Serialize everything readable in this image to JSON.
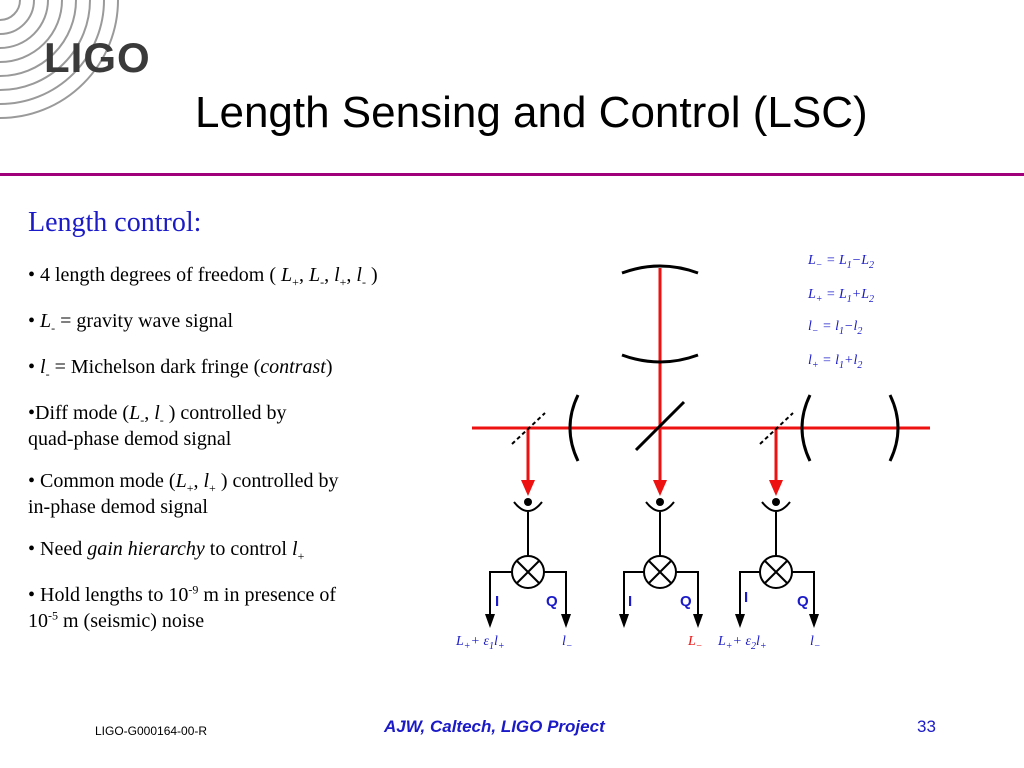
{
  "logo": {
    "text": "LIGO"
  },
  "slide": {
    "title": "Length Sensing and Control (LSC)",
    "heading": "Length control:"
  },
  "bullets": {
    "b1": {
      "pre": "• 4 length degrees of freedom ( ",
      "v1": "L",
      "s1": "+",
      "v2": "L",
      "s2": "-",
      "v3": "l",
      "s3": "+",
      "v4": "l",
      "s4": "-",
      "post": " )"
    },
    "b2": {
      "pre": "• ",
      "var": "L",
      "sub": "-",
      "post": " = gravity wave signal"
    },
    "b3": {
      "pre": "• ",
      "var": "l",
      "sub": "-",
      "mid": " = Michelson dark fringe (",
      "em": "contrast",
      "post": ")"
    },
    "b4": {
      "pre": "•Diff mode (",
      "v1": "L",
      "s1": "-",
      "v2": "l",
      "s2": "-",
      "post": " ) controlled by",
      "line2": "quad-phase demod signal"
    },
    "b5": {
      "pre": "• Common mode (",
      "v1": "L",
      "s1": "+",
      "v2": "l",
      "s2": "+",
      "post": " ) controlled by",
      "line2": "in-phase demod signal"
    },
    "b6": {
      "pre": "• Need ",
      "em": "gain hierarchy",
      "mid": " to control ",
      "var": "l",
      "sub": "+"
    },
    "b7": {
      "pre": "• Hold lengths to 10",
      "sup": "-9",
      "post": " m in presence of",
      "line2pre": "10",
      "line2sup": "-5",
      "line2post": " m (seismic) noise"
    }
  },
  "equations": [
    {
      "lhs": "L",
      "lhs_sub": "−",
      "rhs_a": "L",
      "rhs_a_sub": "1",
      "op": "−",
      "rhs_b": "L",
      "rhs_b_sub": "2"
    },
    {
      "lhs": "L",
      "lhs_sub": "+",
      "rhs_a": "L",
      "rhs_a_sub": "1",
      "op": "+",
      "rhs_b": "L",
      "rhs_b_sub": "2"
    },
    {
      "lhs": "l",
      "lhs_sub": "−",
      "rhs_a": "l",
      "rhs_a_sub": "1",
      "op": "−",
      "rhs_b": "l",
      "rhs_b_sub": "2"
    },
    {
      "lhs": "l",
      "lhs_sub": "+",
      "rhs_a": "l",
      "rhs_a_sub": "1",
      "op": "+",
      "rhs_b": "l",
      "rhs_b_sub": "2"
    }
  ],
  "demod": {
    "i_label": "I",
    "q_label": "Q",
    "left": {
      "i_out_main": "L",
      "i_out_sub1": "+",
      "i_out_plus": "+ ε",
      "i_out_sub2": "1",
      "i_out_l": "l",
      "i_out_sub3": "+",
      "q_out": "l",
      "q_out_sub": "−"
    },
    "center": {
      "q_out": "L",
      "q_out_sub": "−"
    },
    "right": {
      "i_out_main": "L",
      "i_out_sub1": "+",
      "i_out_plus": "+ ε",
      "i_out_sub2": "2",
      "i_out_l": "l",
      "i_out_sub3": "+",
      "q_out": "l",
      "q_out_sub": "−"
    }
  },
  "colors": {
    "beam": "#ee1111",
    "text_blue": "#1a1ac8",
    "rule": "#a0007a",
    "highlight": "#ee1111"
  },
  "footer": {
    "doc_id": "LIGO-G000164-00-R",
    "credit": "AJW, Caltech, LIGO Project",
    "page": "33"
  }
}
